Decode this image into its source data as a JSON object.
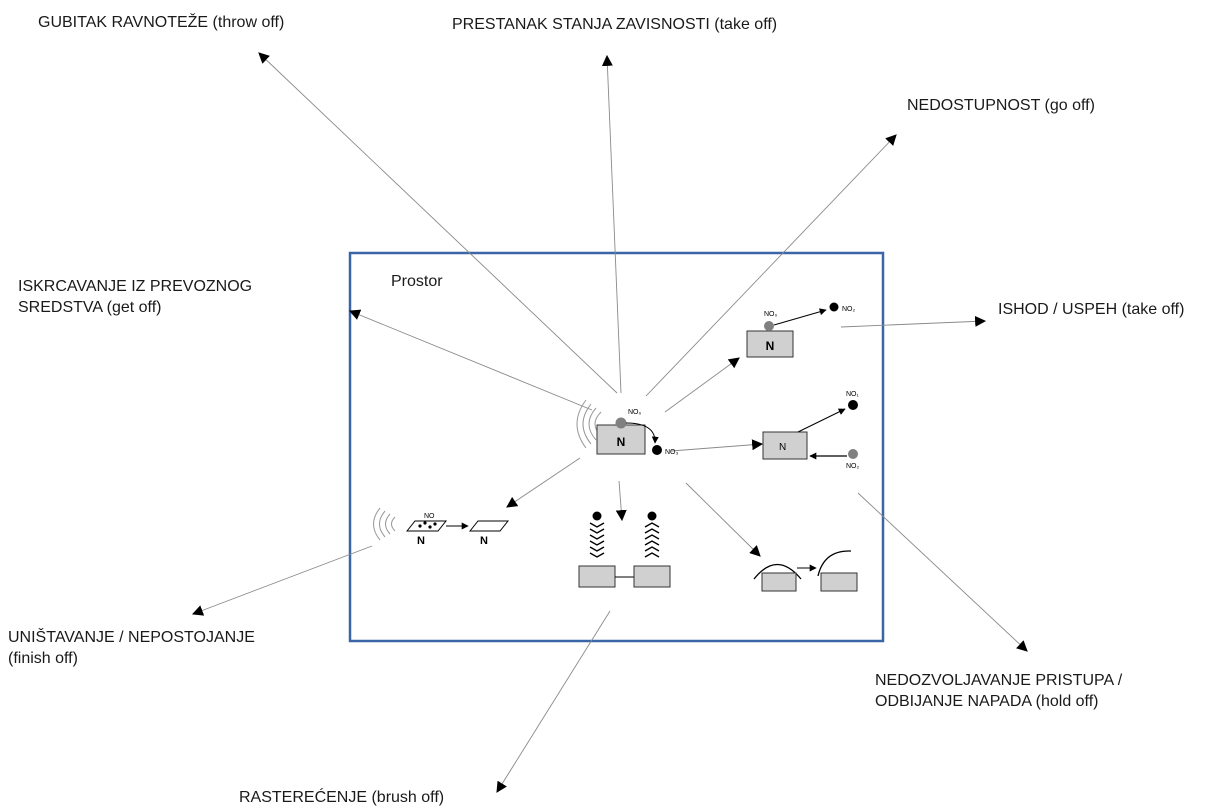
{
  "space_label": "Prostor",
  "labels": {
    "throw_off": "GUBITAK RAVNOTEŽE (throw off)",
    "take_off_dependence": "PRESTANAK STANJA ZAVISNOSTI (take off)",
    "go_off": "NEDOSTUPNOST (go off)",
    "get_off": [
      "ISKRCAVANJE IZ PREVOZNOG",
      "SREDSTVA (get off)"
    ],
    "take_off_success": "ISHOD / USPEH (take off)",
    "finish_off": [
      "UNIŠTAVANJE / NEPOSTOJANJE",
      "(finish off)"
    ],
    "hold_off": [
      "NEDOZVOLJAVANJE PRISTUPA /",
      "ODBIJANJE NAPADA (hold off)"
    ],
    "brush_off": "RASTEREĆENJE (brush off)"
  },
  "glyphs": {
    "N": "N",
    "NO": "NO",
    "NO0": "NO₀",
    "NO1": "NO₁",
    "NO2": "NO₂",
    "NO3": "NO₃"
  },
  "colors": {
    "box_border": "#3a66a8",
    "node_fill": "#d0d0d0",
    "line": "#8a8a8a",
    "arrow": "#000000"
  }
}
